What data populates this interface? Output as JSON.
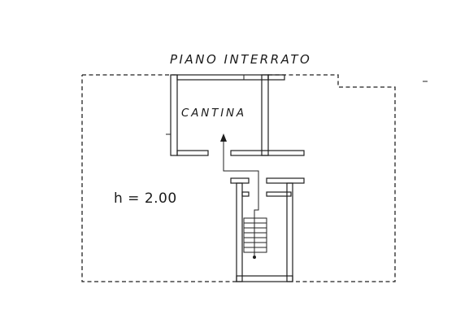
{
  "plan": {
    "title": "PIANO INTERRATO",
    "room_label": "CANTINA",
    "height_label": "h = 2.00"
  }
}
